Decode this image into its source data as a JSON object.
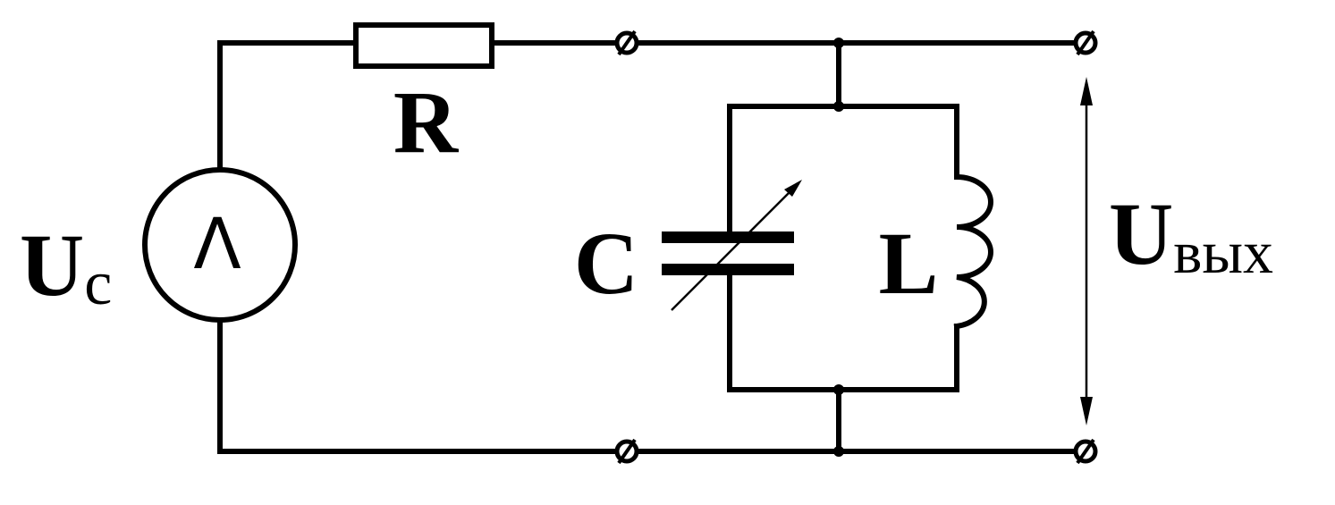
{
  "labels": {
    "source_main": "U",
    "source_sub": "c",
    "resistor": "R",
    "capacitor": "C",
    "inductor": "L",
    "output_main": "U",
    "output_sub": "вых",
    "source_symbol": "Λ"
  },
  "colors": {
    "line": "#000000",
    "background": "#ffffff"
  }
}
